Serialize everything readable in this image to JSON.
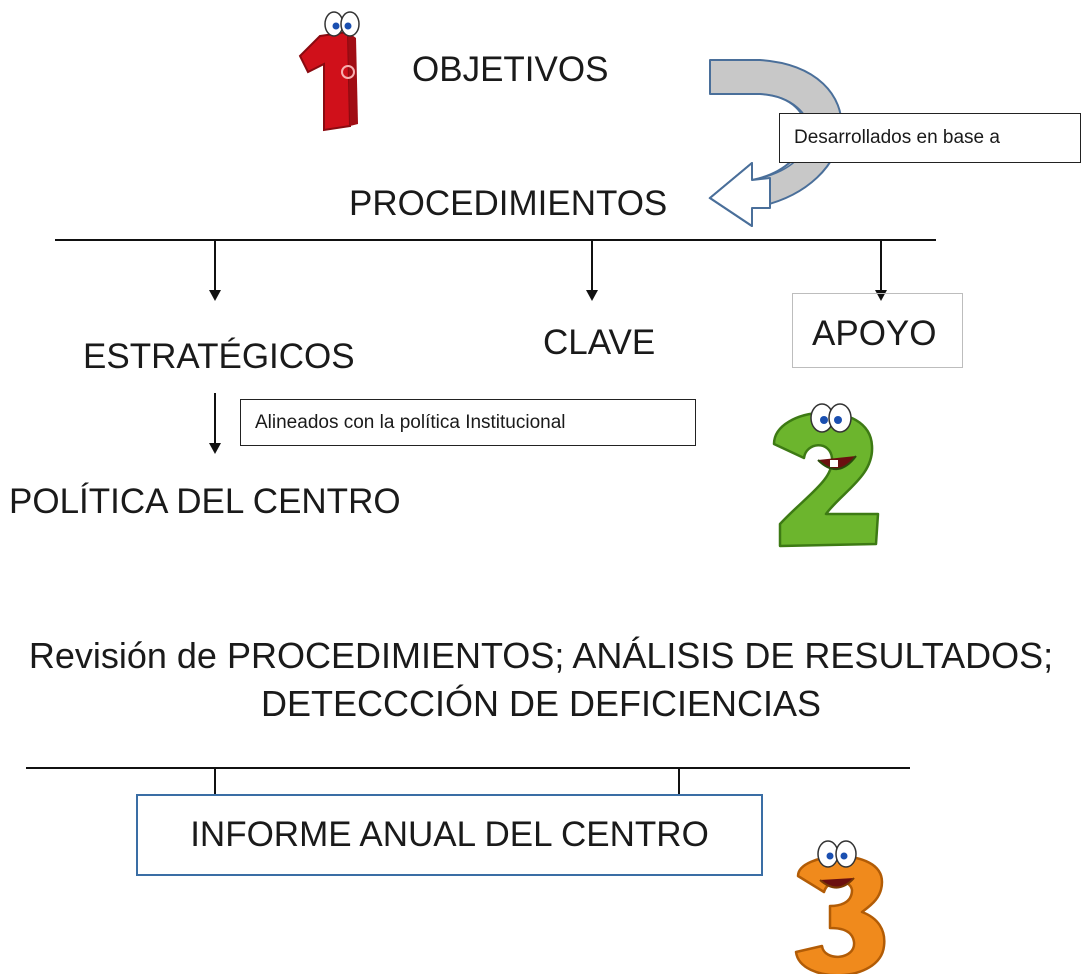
{
  "diagram": {
    "step1": {
      "label": "OBJETIVOS",
      "icon": "number-one-cartoon-icon",
      "color": "#d0101a"
    },
    "curved_arrow_note": "Desarrollados en base a",
    "procedimientos": "PROCEDIMIENTOS",
    "branches": {
      "estrategicos": "ESTRATÉGICOS",
      "clave": "CLAVE",
      "apoyo": "APOYO"
    },
    "alineados_note": "Alineados con la política Institucional",
    "politica": "POLÍTICA DEL CENTRO",
    "step2": {
      "icon": "number-two-cartoon-icon",
      "color": "#6cb52d"
    },
    "review_line1": "Revisión de PROCEDIMIENTOS; ANÁLISIS DE RESULTADOS;",
    "review_line2": "DETECCCIÓN DE DEFICIENCIAS",
    "informe": "INFORME ANUAL DEL CENTRO",
    "step3": {
      "icon": "number-three-cartoon-icon",
      "color": "#f08a1c"
    },
    "colors": {
      "informe_border": "#3a6ea5",
      "arrow_fill": "#c8c8c8",
      "arrow_outline": "#4a6f9a"
    }
  }
}
